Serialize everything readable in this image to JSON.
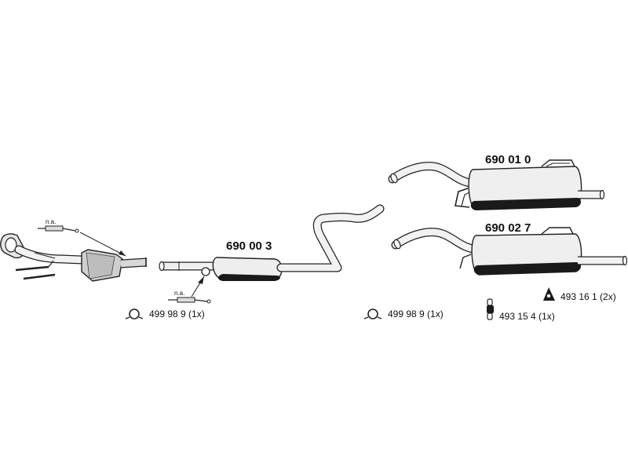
{
  "parts": {
    "front_pipe_catalyst": {
      "na_label": "n.a."
    },
    "middle_silencer": {
      "number": "690 00 3",
      "na_label": "n.a."
    },
    "rear_silencer_a": {
      "number": "690 01 0"
    },
    "rear_silencer_b": {
      "number": "690 02 7"
    }
  },
  "accessories": {
    "clamp_left": {
      "text": "499 98 9 (1x)",
      "icon": "clamp-ring-icon"
    },
    "clamp_right": {
      "text": "499 98 9 (1x)",
      "icon": "clamp-ring-icon"
    },
    "hanger_rubber": {
      "text": "493 15 4 (1x)",
      "icon": "rubber-hanger-icon"
    },
    "mount_bracket": {
      "text": "493 16 1 (2x)",
      "icon": "mount-bracket-icon"
    }
  },
  "colors": {
    "line": "#222222",
    "shade": "#cfcfcf",
    "dark": "#1a1a1a"
  }
}
